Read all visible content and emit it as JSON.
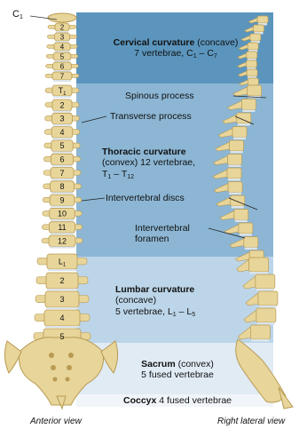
{
  "top_label": {
    "base": "C",
    "sub": "1"
  },
  "cervical": {
    "title": "Cervical curvature",
    "qualifier": "(concave)",
    "line2_prefix": "7 vertebrae, C",
    "line2_sub1": "1",
    "line2_dash": " – C",
    "line2_sub2": "7"
  },
  "thoracic": {
    "title": "Thoracic curvature",
    "line2": "(convex) 12 vertebrae,",
    "line3_prefix": "T",
    "line3_sub1": "1",
    "line3_dash": " – T",
    "line3_sub2": "12"
  },
  "lumbar": {
    "title": "Lumbar curvature",
    "line2": "(concave)",
    "line3_prefix": "5 vertebrae, L",
    "line3_sub1": "1",
    "line3_dash": " – L",
    "line3_sub2": "5"
  },
  "sacrum": {
    "title": "Sacrum",
    "qualifier": "(convex)",
    "line2": "5 fused vertebrae"
  },
  "coccyx": {
    "title": "Coccyx",
    "rest": "4 fused vertebrae"
  },
  "callouts": {
    "spinous_process": "Spinous process",
    "transverse_process": "Transverse process",
    "intervertebral_discs": "Intervertebral discs",
    "intervertebral_foramen_1": "Intervertebral",
    "intervertebral_foramen_2": "foramen"
  },
  "vertebra_labels": {
    "cervical": [
      "2",
      "3",
      "4",
      "5",
      "6",
      "7"
    ],
    "thoracic_first": {
      "base": "T",
      "sub": "1"
    },
    "thoracic": [
      "2",
      "3",
      "4",
      "5",
      "6",
      "7",
      "8",
      "9",
      "10",
      "11",
      "12"
    ],
    "lumbar_first": {
      "base": "L",
      "sub": "1"
    },
    "lumbar": [
      "2",
      "3",
      "4",
      "5"
    ]
  },
  "captions": {
    "anterior": "Anterior view",
    "lateral": "Right lateral view"
  },
  "colors": {
    "bone": "#e8d59a",
    "bone_shadow": "#b89a52",
    "disc": "#dbe4ea",
    "cervical_band": "#5b95bd",
    "thoracic_band": "#8cb6d4",
    "lumbar_band": "#bcd5e8",
    "sacrum_band": "#e0ebf4"
  }
}
